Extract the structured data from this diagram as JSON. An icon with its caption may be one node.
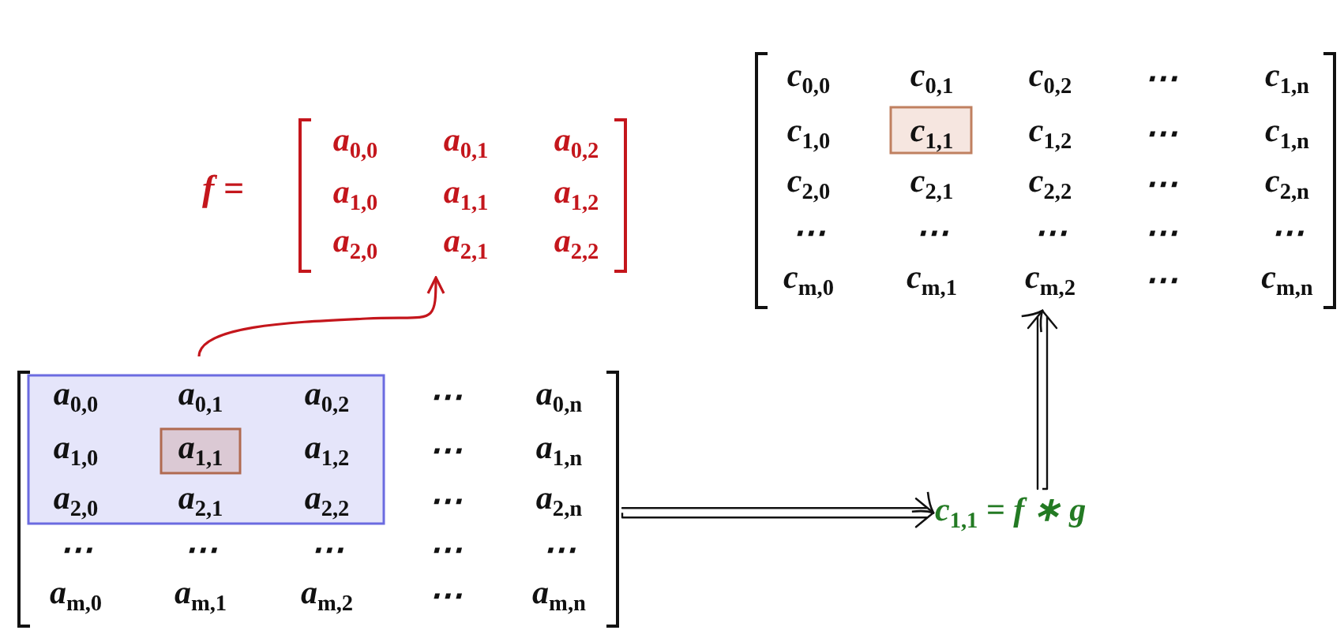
{
  "diagram": {
    "nodes": [
      {
        "text": [
          "a$_{0,0}$",
          "a$_{0,1}$",
          "a$_{0,2}$",
          "⋯",
          "a$_{0,n}$",
          "a$_{1,0}$",
          "a$_{1,1}$",
          "a$_{1,2}$",
          "⋯",
          "a$_{1,n}$",
          "a$_{2,0}$",
          "a$_{2,1}$",
          "a$_{2,2}$",
          "⋯",
          "a$_{2,n}$",
          "⋯",
          "⋯",
          "⋯",
          "⋯",
          "⋯",
          "a$_{m,0}$",
          "a$_{m,1}$",
          "a$_{m,2}$",
          "⋯",
          "a$_{m,n}$"
        ]
      },
      {
        "text": [
          "a$_{0,0}$",
          "a$_{0,1}$",
          "a$_{0,2}$",
          "a$_{1,0}$",
          "a$_{1,1}$",
          "a$_{1,2}$",
          "a$_{2,0}$",
          "a$_{2,1}$",
          "a$_{2,2}$"
        ],
        "beside": [
          "f ="
        ]
      },
      {
        "text": [
          "c$_{0,0}$",
          "c$_{0,1}$",
          "c$_{0,2}$",
          "⋯",
          "c$_{1,n}$",
          "c$_{1,0}$",
          "c$_{1,1}$",
          "c$_{1,2}$",
          "⋯",
          "c$_{1,n}$",
          "c$_{2,0}$",
          "c$_{2,1}$",
          "c$_{2,2}$",
          "⋯",
          "c$_{2,n}$",
          "⋯",
          "⋯",
          "⋯",
          "⋯",
          "⋯",
          "c$_{m,0}$",
          "c$_{m,1}$",
          "c$_{m,2}$",
          "⋯",
          "c$_{m,n}$"
        ]
      },
      {
        "text": [
          "c$_{1,1}$ = f ∗ g"
        ]
      }
    ],
    "edges": [
      {
        "from": 0,
        "to": 1,
        "arrow": "to",
        "color": "#c4161c"
      },
      {
        "from": 0,
        "to": 3,
        "arrow": "to"
      },
      {
        "from": 3,
        "to": 2,
        "arrow": "to"
      }
    ]
  }
}
